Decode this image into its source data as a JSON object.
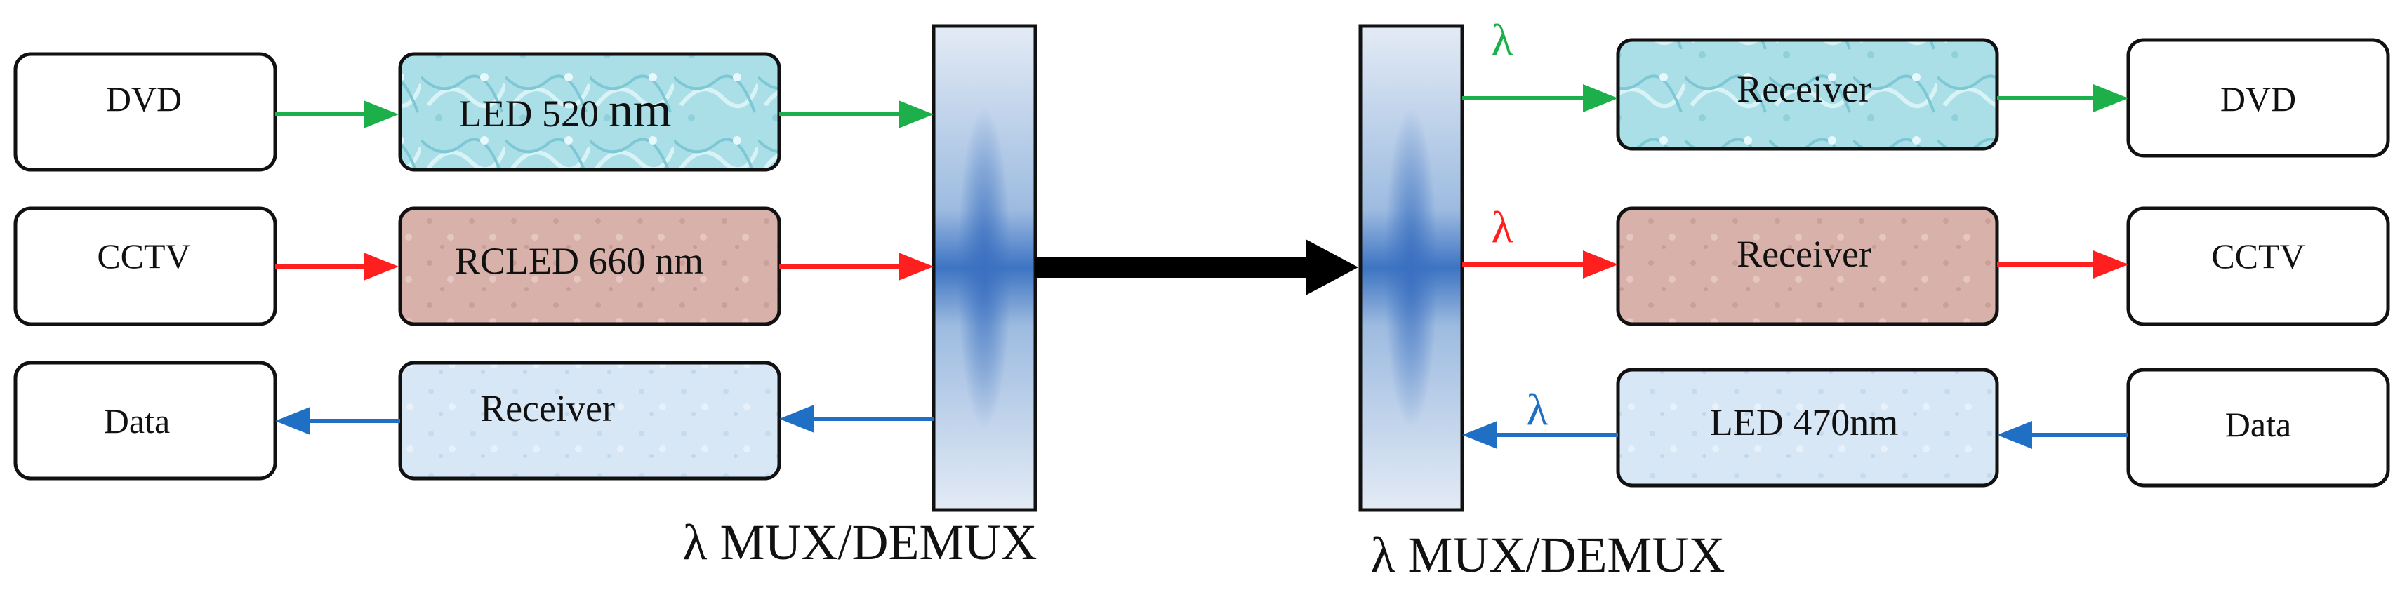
{
  "colors": {
    "green": "#1db04a",
    "red": "#ff1f1f",
    "blue": "#1f6fc4",
    "black": "#000000",
    "led520_fill": "#a9dde6",
    "rcled660_fill": "#d9b0a8",
    "receiver_blue_fill": "#d6e6f4",
    "mux_fill_edge": "#dfe8f3",
    "mux_fill_core": "#3d74c3"
  },
  "left": {
    "inputs": [
      "DVD",
      "CCTV",
      "Data"
    ],
    "modules": [
      "LED 520",
      "nm",
      "RCLED 660 nm",
      "Receiver"
    ],
    "mux_label": "λ MUX/DEMUX"
  },
  "right": {
    "lambdas": [
      "λ",
      "λ",
      "λ"
    ],
    "modules": [
      "Receiver",
      "Receiver",
      "LED 470nm"
    ],
    "outputs": [
      "DVD",
      "CCTV",
      "Data"
    ],
    "mux_label": "λ MUX/DEMUX"
  }
}
